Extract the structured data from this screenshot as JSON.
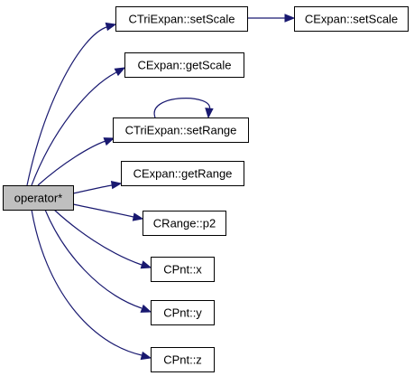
{
  "graph": {
    "colors": {
      "edge": "#191970",
      "root_fill": "#bfbfbf",
      "node_fill": "#ffffff",
      "node_stroke": "#000000"
    },
    "nodes": [
      {
        "id": "operator",
        "label": "operator*",
        "root": true
      },
      {
        "id": "ctri_setscale",
        "label": "CTriExpan::setScale"
      },
      {
        "id": "cexpan_setscale",
        "label": "CExpan::setScale"
      },
      {
        "id": "cexpan_getscale",
        "label": "CExpan::getScale"
      },
      {
        "id": "ctri_setrange",
        "label": "CTriExpan::setRange"
      },
      {
        "id": "cexpan_getrange",
        "label": "CExpan::getRange"
      },
      {
        "id": "crange_p2",
        "label": "CRange::p2"
      },
      {
        "id": "cpnt_x",
        "label": "CPnt::x"
      },
      {
        "id": "cpnt_y",
        "label": "CPnt::y"
      },
      {
        "id": "cpnt_z",
        "label": "CPnt::z"
      }
    ],
    "edges": [
      {
        "from": "operator",
        "to": "ctri_setscale"
      },
      {
        "from": "ctri_setscale",
        "to": "cexpan_setscale"
      },
      {
        "from": "operator",
        "to": "cexpan_getscale"
      },
      {
        "from": "operator",
        "to": "ctri_setrange"
      },
      {
        "from": "ctri_setrange",
        "to": "ctri_setrange"
      },
      {
        "from": "operator",
        "to": "cexpan_getrange"
      },
      {
        "from": "operator",
        "to": "crange_p2"
      },
      {
        "from": "operator",
        "to": "cpnt_x"
      },
      {
        "from": "operator",
        "to": "cpnt_y"
      },
      {
        "from": "operator",
        "to": "cpnt_z"
      }
    ]
  }
}
